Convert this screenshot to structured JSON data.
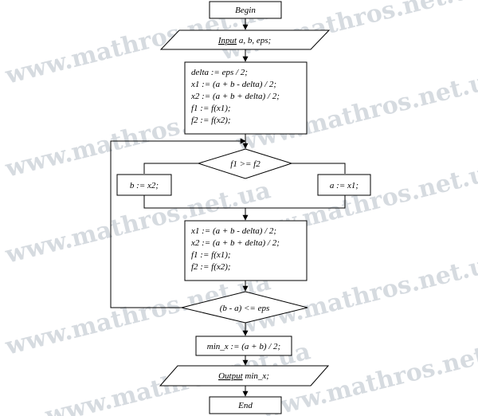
{
  "watermark": {
    "text": "www.mathros.net.ua",
    "color": "#c9cfd6"
  },
  "flowchart": {
    "begin": "Begin",
    "input": {
      "keyword": "Input",
      "rest": " a, b, eps;"
    },
    "init_block": [
      "delta := eps / 2;",
      "x1 := (a + b - delta) / 2;",
      "x2 := (a + b + delta) / 2;",
      "f1 := f(x1);",
      "f2 := f(x2);"
    ],
    "condition_compare": "f1 >= f2",
    "assign_b": "b := x2;",
    "assign_a": "a := x1;",
    "loop_block": [
      "x1 := (a + b - delta) / 2;",
      "x2 := (a + b + delta) / 2;",
      "f1 := f(x1);",
      "f2 := f(x2);"
    ],
    "condition_stop": "(b - a) <= eps",
    "result": "min_x := (a + b) / 2;",
    "output": {
      "keyword": "Output",
      "rest": " min_x;"
    },
    "end": "End"
  }
}
